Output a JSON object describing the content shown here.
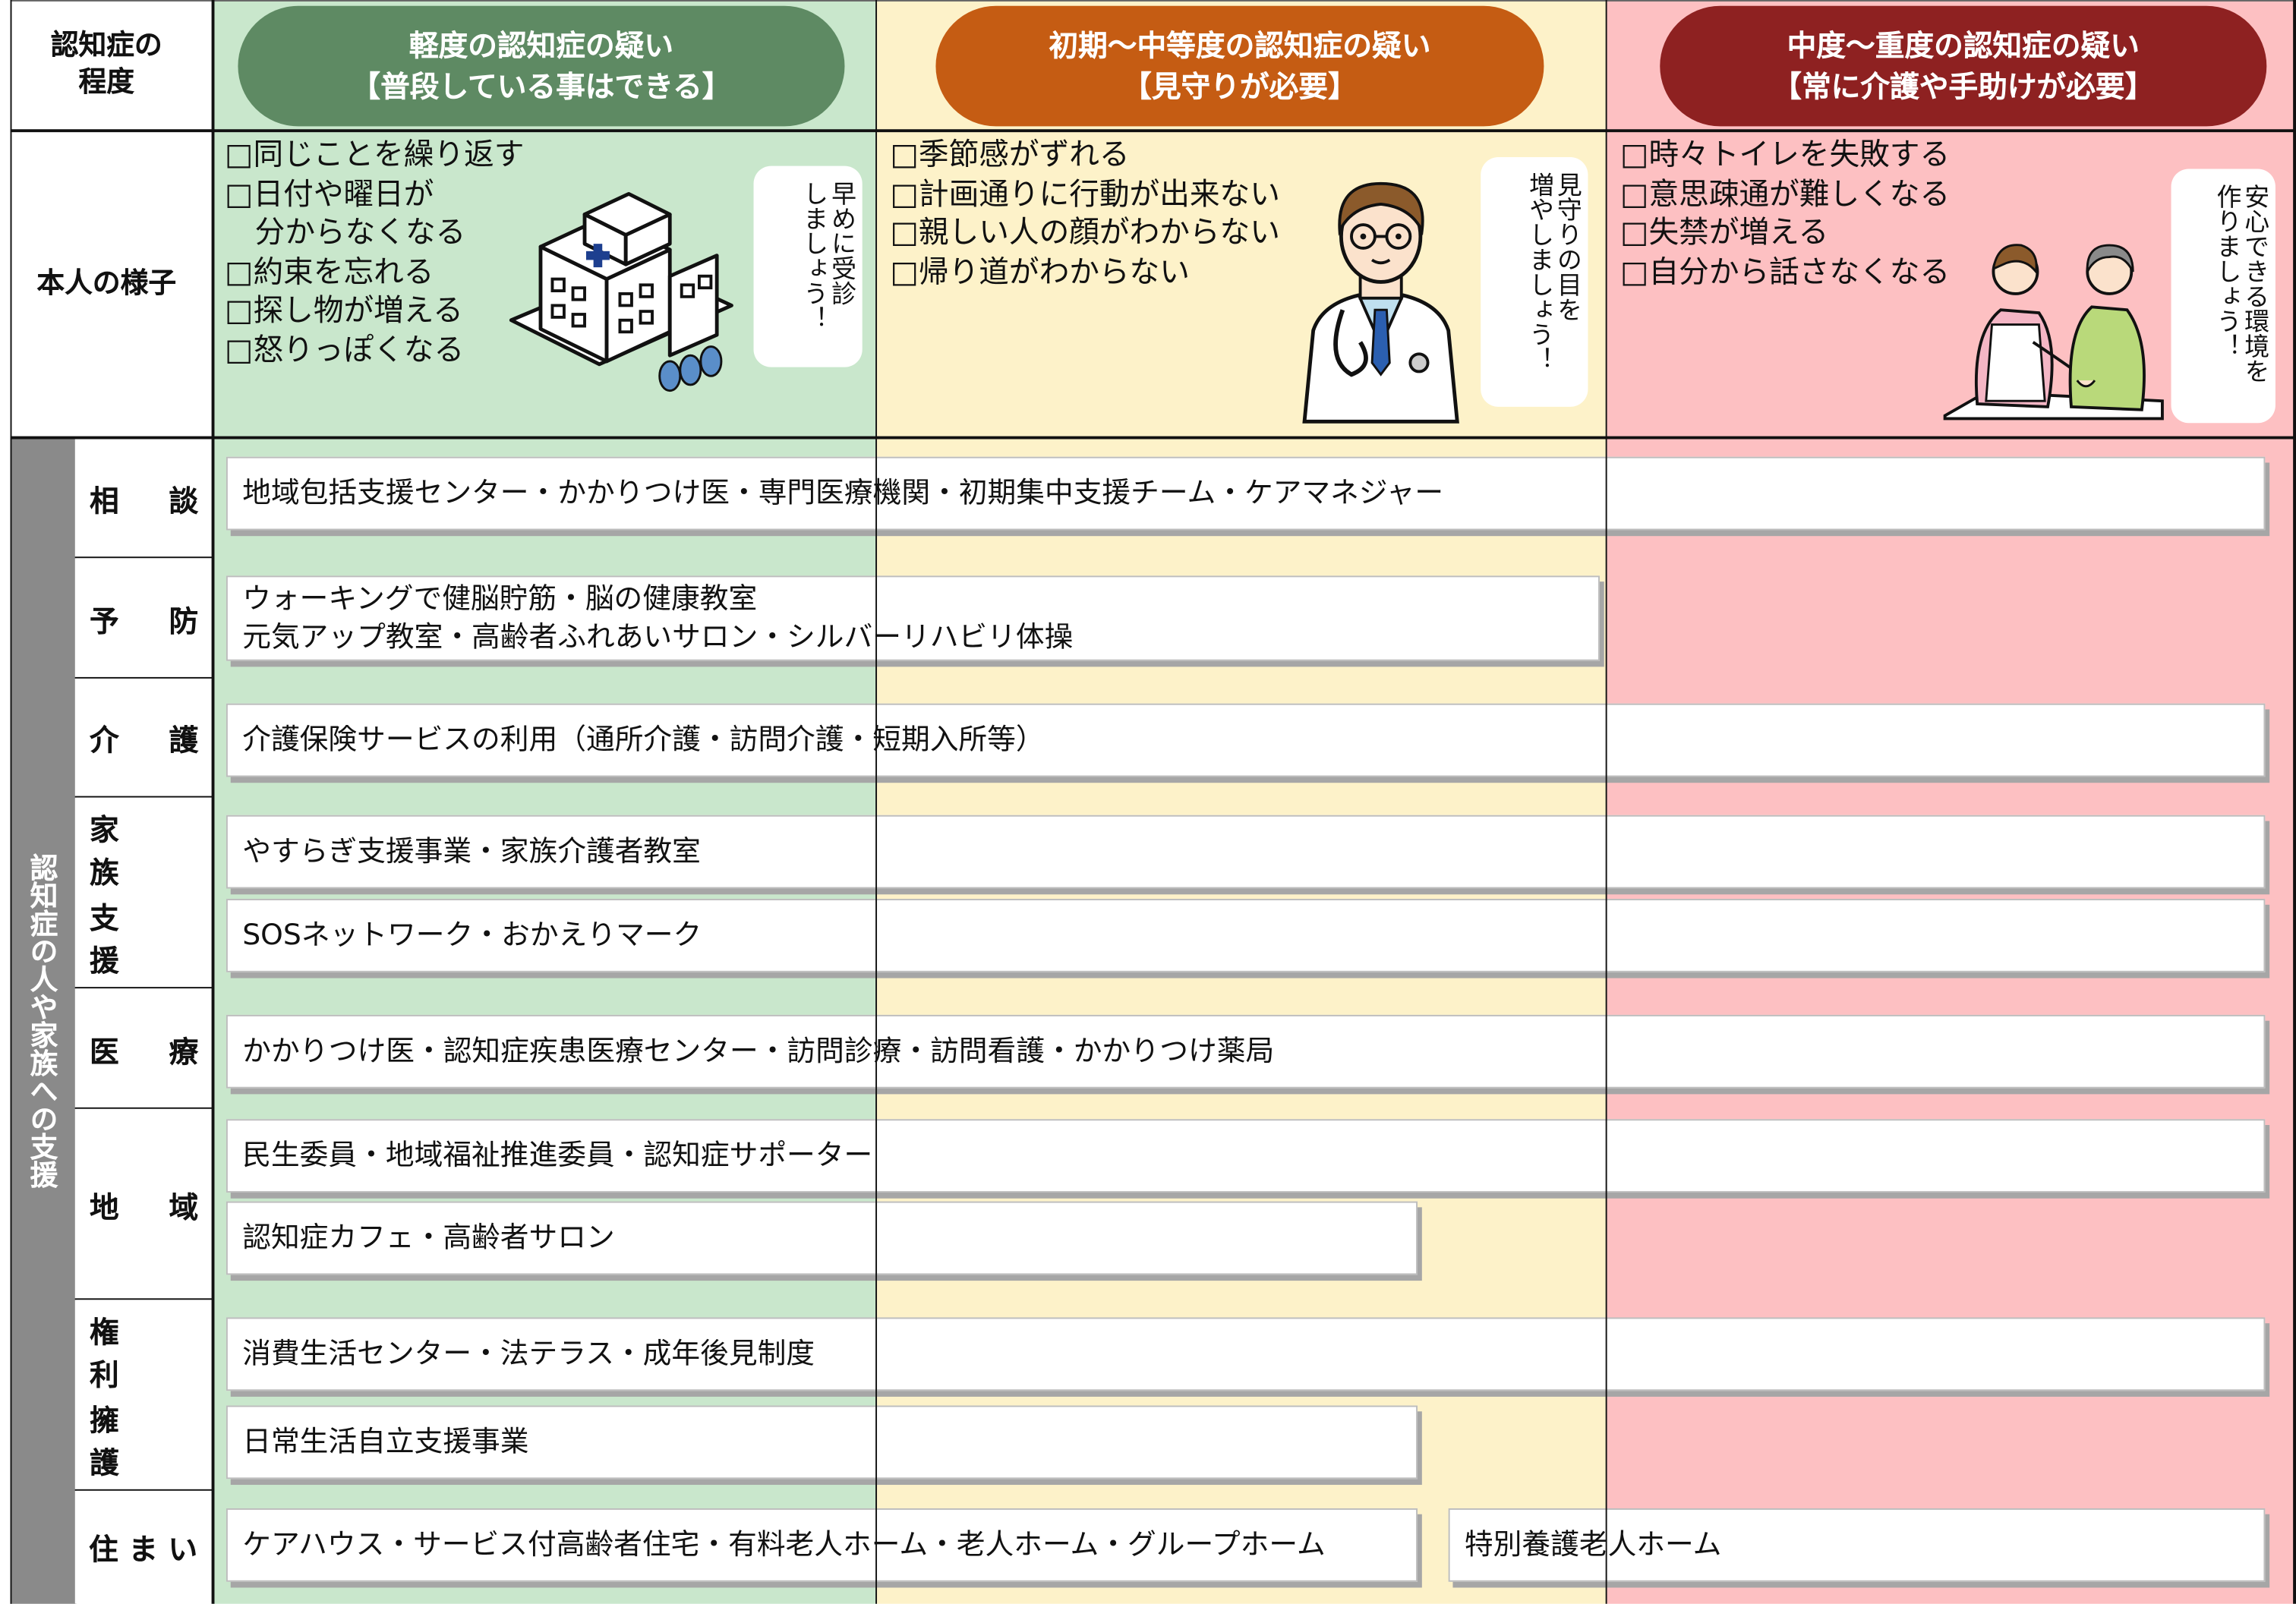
{
  "header": {
    "corner_label": "認知症の\n程度",
    "stages": [
      {
        "line1": "軽度の認知症の疑い",
        "line2": "【普段している事はできる】",
        "color": "#5e8a63"
      },
      {
        "line1": "初期～中等度の認知症の疑い",
        "line2": "【見守りが必要】",
        "color": "#c55c13"
      },
      {
        "line1": "中度～重度の認知症の疑い",
        "line2": "【常に介護や手助けが必要】",
        "color": "#8e2121"
      }
    ]
  },
  "symptoms": {
    "row_label": "本人の様子",
    "mild": {
      "items": "□同じことを繰り返す\n□日付や曜日が\n　分からなくなる\n□約束を忘れる\n□探し物が増える\n□怒りっぽくなる",
      "bubble": "早めに受診\nしましょう！",
      "illustration_icon": "hospital-illustration"
    },
    "moderate": {
      "items": "□季節感がずれる\n□計画通りに行動が出来ない\n□親しい人の顔がわからない\n□帰り道がわからない",
      "bubble": "見守りの目を\n増やしましょう！",
      "illustration_icon": "doctor-illustration"
    },
    "severe": {
      "items": "□時々トイレを失敗する\n□意思疎通が難しくなる\n□失禁が増える\n□自分から話さなくなる",
      "bubble": "安心できる環境を\n作りましょう！",
      "illustration_icon": "caregiver-illustration"
    }
  },
  "support": {
    "side_label": "認知症の人や家族への支援",
    "categories": {
      "consult": [
        "相",
        "談"
      ],
      "prevent": [
        "予",
        "防"
      ],
      "care": [
        "介",
        "護"
      ],
      "family": [
        "家族",
        "支援"
      ],
      "medical": [
        "医",
        "療"
      ],
      "region": [
        "地",
        "域"
      ],
      "rights": [
        "権利",
        "擁護"
      ],
      "housing": "住まい"
    },
    "boxes": {
      "consult": "地域包括支援センター・かかりつけ医・専門医療機関・初期集中支援チーム・ケアマネジャー",
      "prevent": "ウォーキングで健脳貯筋・脳の健康教室\n元気アップ教室・高齢者ふれあいサロン・シルバーリハビリ体操",
      "care": "介護保険サービスの利用（通所介護・訪問介護・短期入所等）",
      "family_1": "やすらぎ支援事業・家族介護者教室",
      "family_2": "SOSネットワーク・おかえりマーク",
      "medical": "かかりつけ医・認知症疾患医療センター・訪問診療・訪問看護・かかりつけ薬局",
      "region_1": "民生委員・地域福祉推進委員・認知症サポーター",
      "region_2": "認知症カフェ・高齢者サロン",
      "rights_1": "消費生活センター・法テラス・成年後見制度",
      "rights_2": "日常生活自立支援事業",
      "housing_1": "ケアハウス・サービス付高齢者住宅・有料老人ホーム・老人ホーム・グループホーム",
      "housing_2": "特別養護老人ホーム"
    }
  }
}
